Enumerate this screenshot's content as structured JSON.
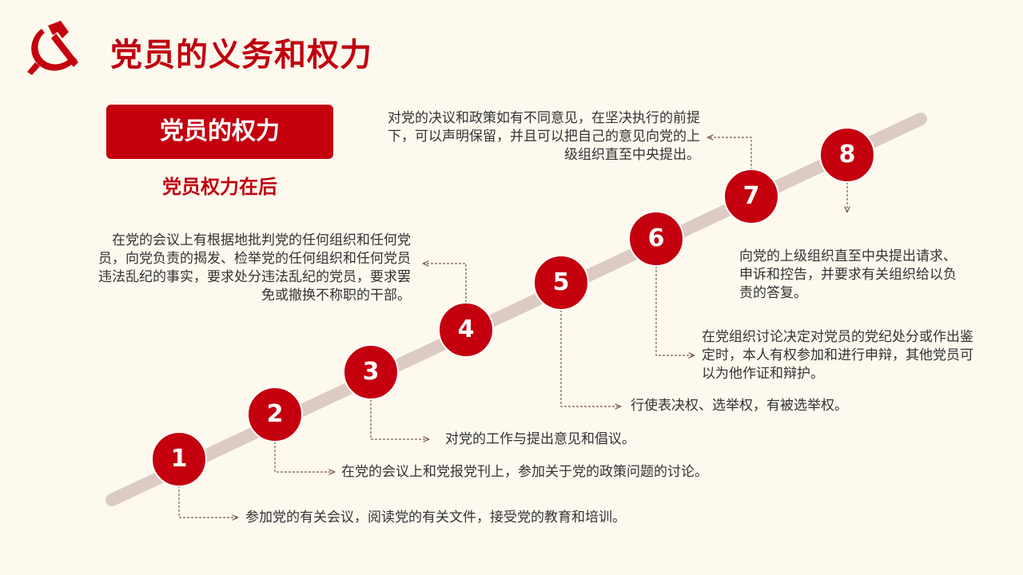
{
  "header": {
    "title": "党员的义务和权力"
  },
  "section": {
    "tag": "党员的权力",
    "subtitle": "党员权力在后"
  },
  "colors": {
    "accent": "#c4000e",
    "track": "#dccbc4",
    "background": "#fdf9ee",
    "text": "#333333"
  },
  "steps": [
    {
      "num": "1",
      "text": "参加党的有关会议，阅读党的有关文件，接受党的教育和培训。"
    },
    {
      "num": "2",
      "text": "在党的会议上和党报党刊上，参加关于党的政策问题的讨论。"
    },
    {
      "num": "3",
      "text": "对党的工作与提出意见和倡议。"
    },
    {
      "num": "4",
      "text": "在党的会议上有根据地批判党的任何组织和任何党员，向党负责的揭发、检举党的任何组织和任何党员违法乱纪的事实，要求处分违法乱纪的党员，要求罢免或撤换不称职的干部。"
    },
    {
      "num": "5",
      "text": "行使表决权、选举权，有被选举权。"
    },
    {
      "num": "6",
      "text": "在党组织讨论决定对党员的党纪处分或作出鉴定时，本人有权参加和进行申辩，其他党员可以为他作证和辩护。"
    },
    {
      "num": "7",
      "text": "对党的决议和政策如有不同意见，在坚决执行的前提下，可以声明保留，并且可以把自己的意见向党的上级组织直至中央提出。"
    },
    {
      "num": "8",
      "text": "向党的上级组织直至中央提出请求、申诉和控告，并要求有关组织给以负责的答复。"
    }
  ]
}
